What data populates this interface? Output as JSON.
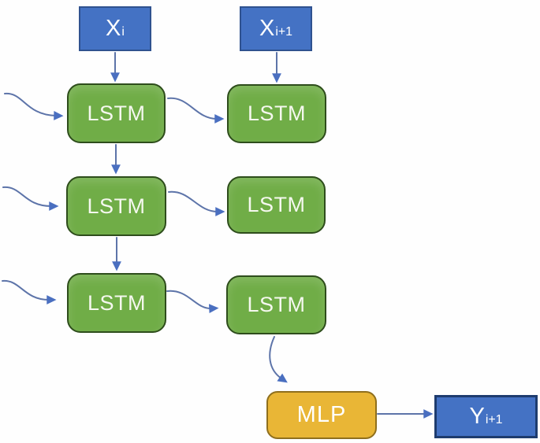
{
  "diagram": {
    "type": "neural-network-flow-diagram",
    "input_nodes": [
      {
        "base": "X",
        "sub": "i"
      },
      {
        "base": "X",
        "sub": "i+1"
      }
    ],
    "lstm_label": "LSTM",
    "lstm_count": 6,
    "lstm_grid": {
      "rows": 3,
      "cols": 2
    },
    "mlp_label": "MLP",
    "output_node": {
      "base": "Y",
      "sub": "i+1"
    },
    "edges": {
      "count": 12,
      "style": "blue arrows; straight vertical between stacked layers, wavy horizontal recurrent links, curved link into MLP, straight link MLP to output"
    },
    "colors": {
      "input_fill": "#4472c4",
      "input_border": "#2f528f",
      "lstm_fill": "#70ad47",
      "lstm_border": "#2e4d1c",
      "mlp_fill": "#e9b636",
      "mlp_border": "#8f6f1d",
      "output_fill": "#4472c4",
      "output_border": "#1e3c6e",
      "arrow_stem": "#5d74a9",
      "arrow_head": "#4a6fc0",
      "node_text": "#ffffff"
    }
  }
}
